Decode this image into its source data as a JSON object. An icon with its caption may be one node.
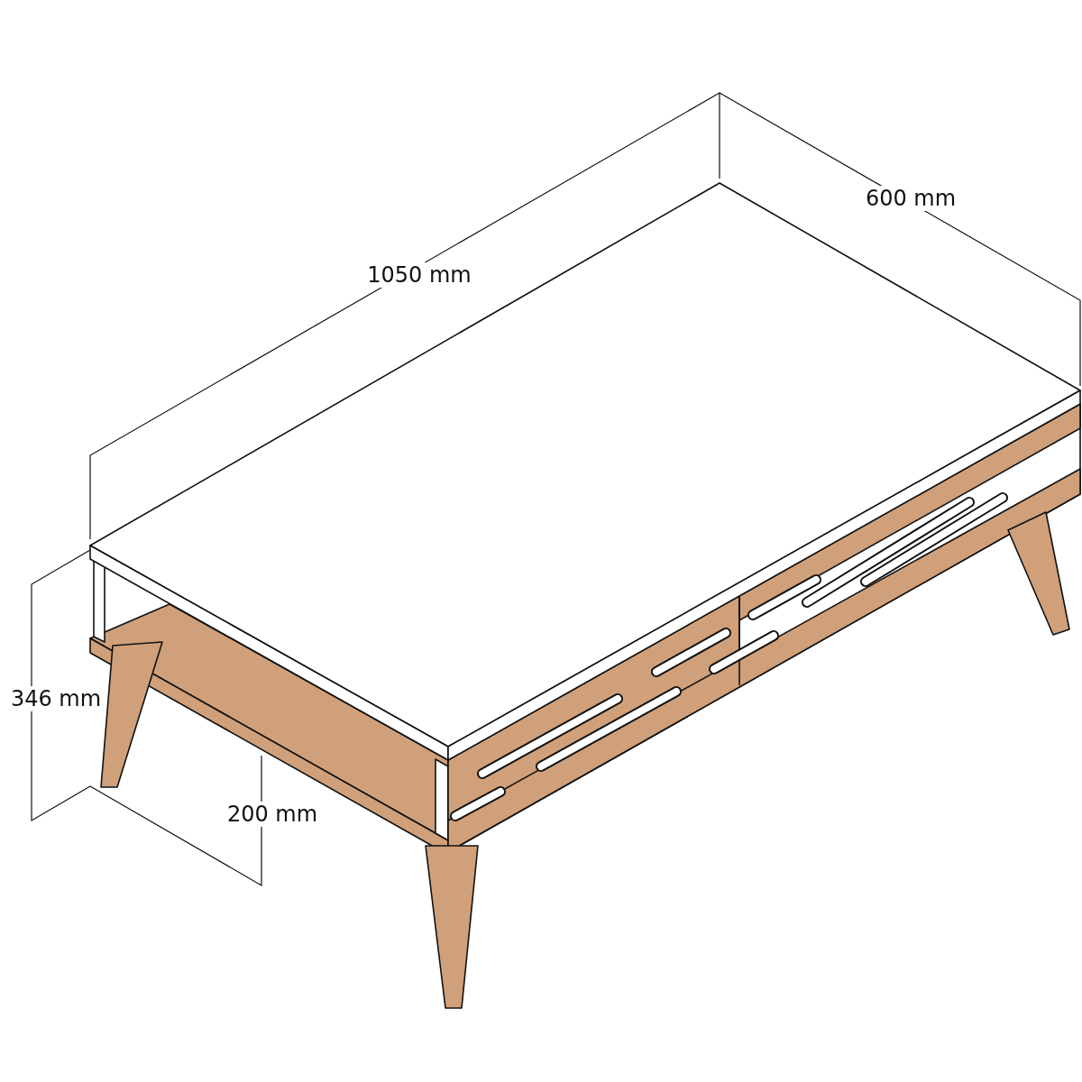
{
  "diagram": {
    "labels": [
      "1050 mm",
      "600 mm",
      "346 mm",
      "200 mm"
    ]
  }
}
